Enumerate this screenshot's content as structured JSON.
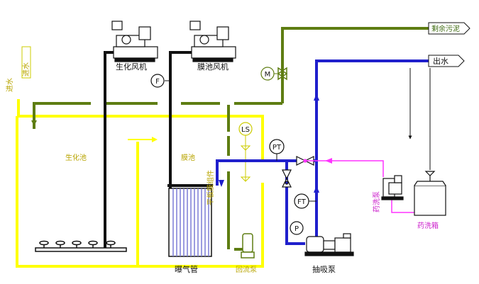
{
  "labels": {
    "excess_sludge": "剩余污泥",
    "outlet_water": "出水",
    "bio_blower": "生化风机",
    "membrane_blower": "膜池风机",
    "bio_tank": "生化池",
    "membrane_tank": "膜池",
    "aeration_pipe": "曝气管",
    "return_pump": "回流泵",
    "suction_pump": "抽吸泵",
    "chem_pump": "药洗泵",
    "chem_tank": "药洗箱",
    "membrane_module": "平板膜组件",
    "inlet_text": "进水"
  },
  "instruments": {
    "flow_air": "F",
    "motor_valve": "M",
    "level_switch": "LS",
    "pressure_top": "PT",
    "flow_transmitter": "FT",
    "pressure_bottom": "P"
  },
  "colors": {
    "tank_outline": "#ffff00",
    "air_pipe": "#111111",
    "sludge_pipe": "#5e7d12",
    "permeate_pipe": "#1f1fcc",
    "chem_pipe": "#ff33ff"
  }
}
